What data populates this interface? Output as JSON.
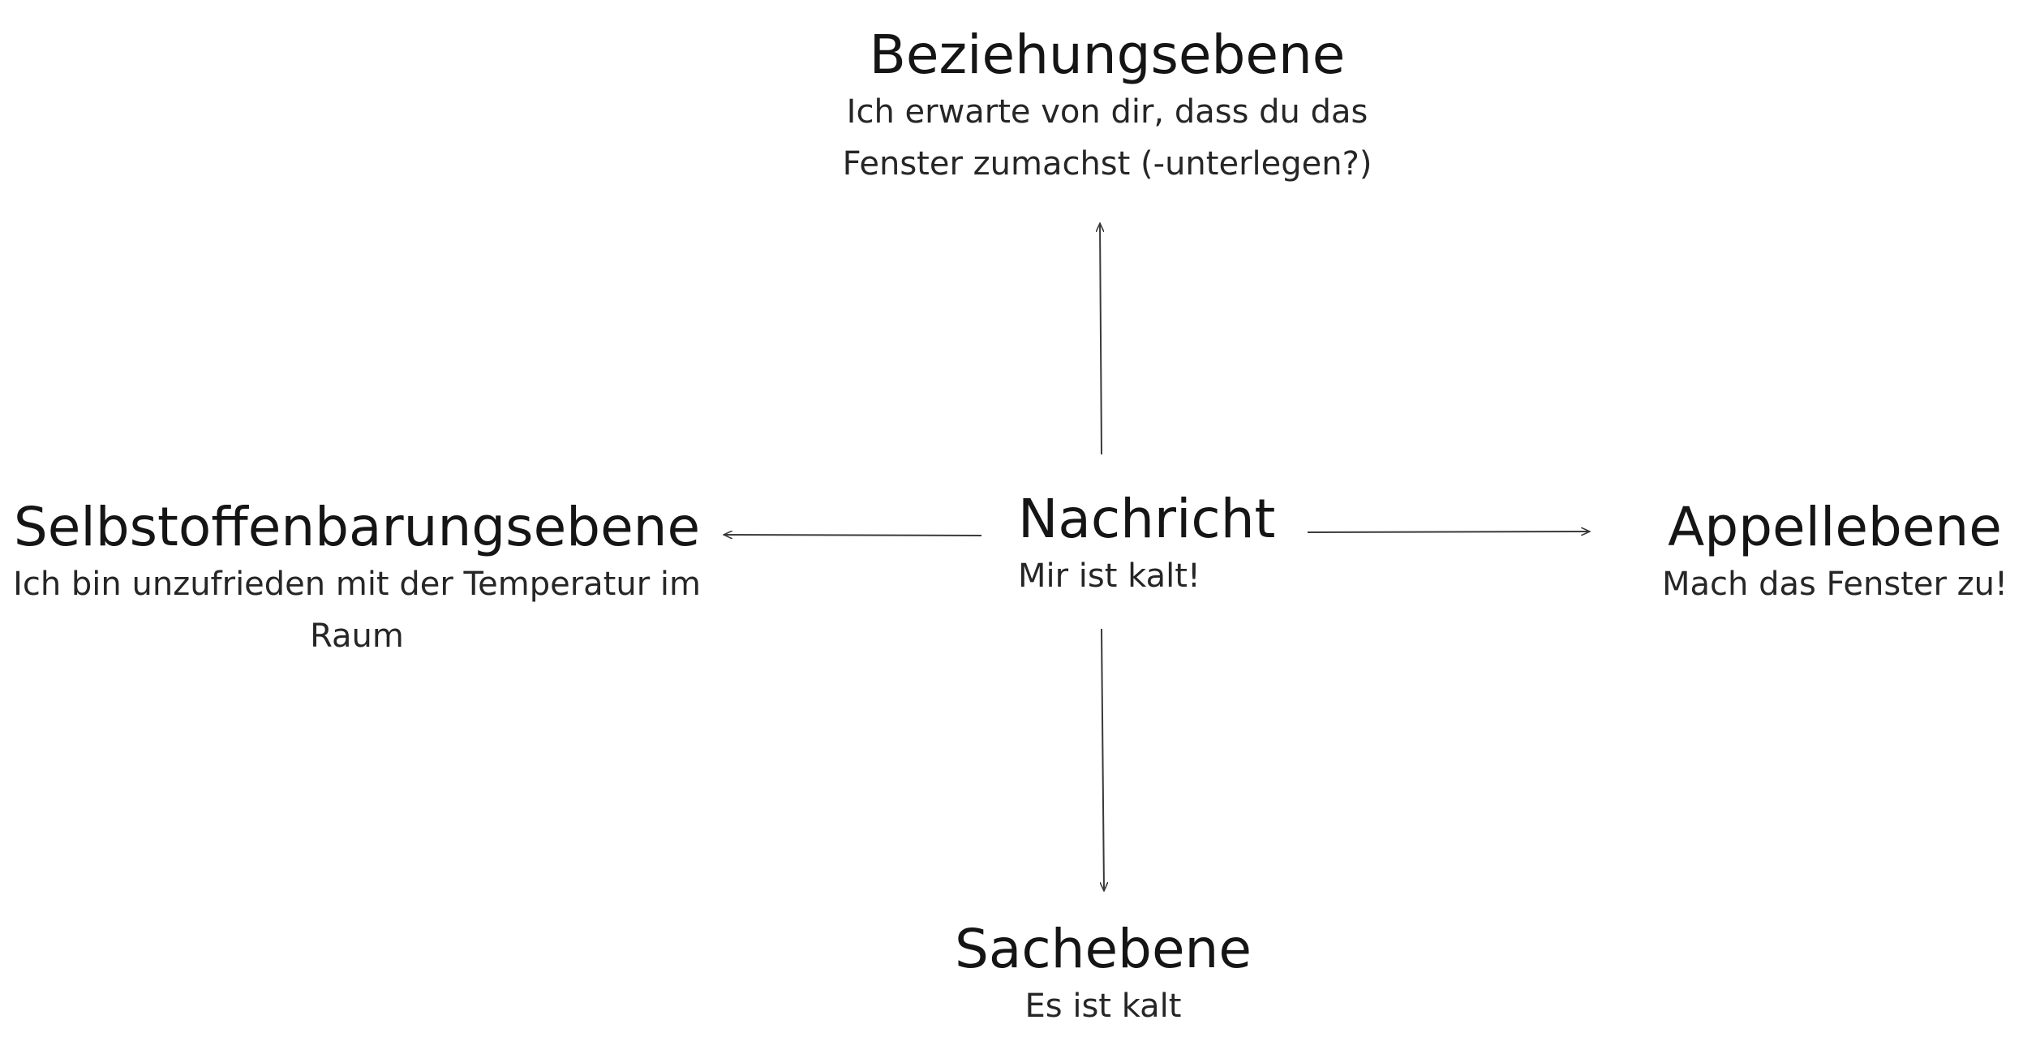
{
  "nodes": {
    "top": {
      "title": "Beziehungsebene",
      "subtitle": "Ich erwarte von dir, dass du das Fenster zumachst (-unterlegen?)"
    },
    "left": {
      "title": "Selbstoffenbarungsebene",
      "subtitle": "Ich bin unzufrieden mit der Temperatur im Raum"
    },
    "center": {
      "title": "Nachricht",
      "subtitle": "Mir ist kalt!"
    },
    "right": {
      "title": "Appellebene",
      "subtitle": "Mach das Fenster zu!"
    },
    "bottom": {
      "title": "Sachebene",
      "subtitle": "Es ist kalt"
    }
  },
  "edges": [
    {
      "from": "center",
      "to": "top"
    },
    {
      "from": "center",
      "to": "left"
    },
    {
      "from": "center",
      "to": "right"
    },
    {
      "from": "center",
      "to": "bottom"
    }
  ],
  "colors": {
    "text": "#151515",
    "arrow": "#3a3a3a",
    "background": "#ffffff"
  }
}
